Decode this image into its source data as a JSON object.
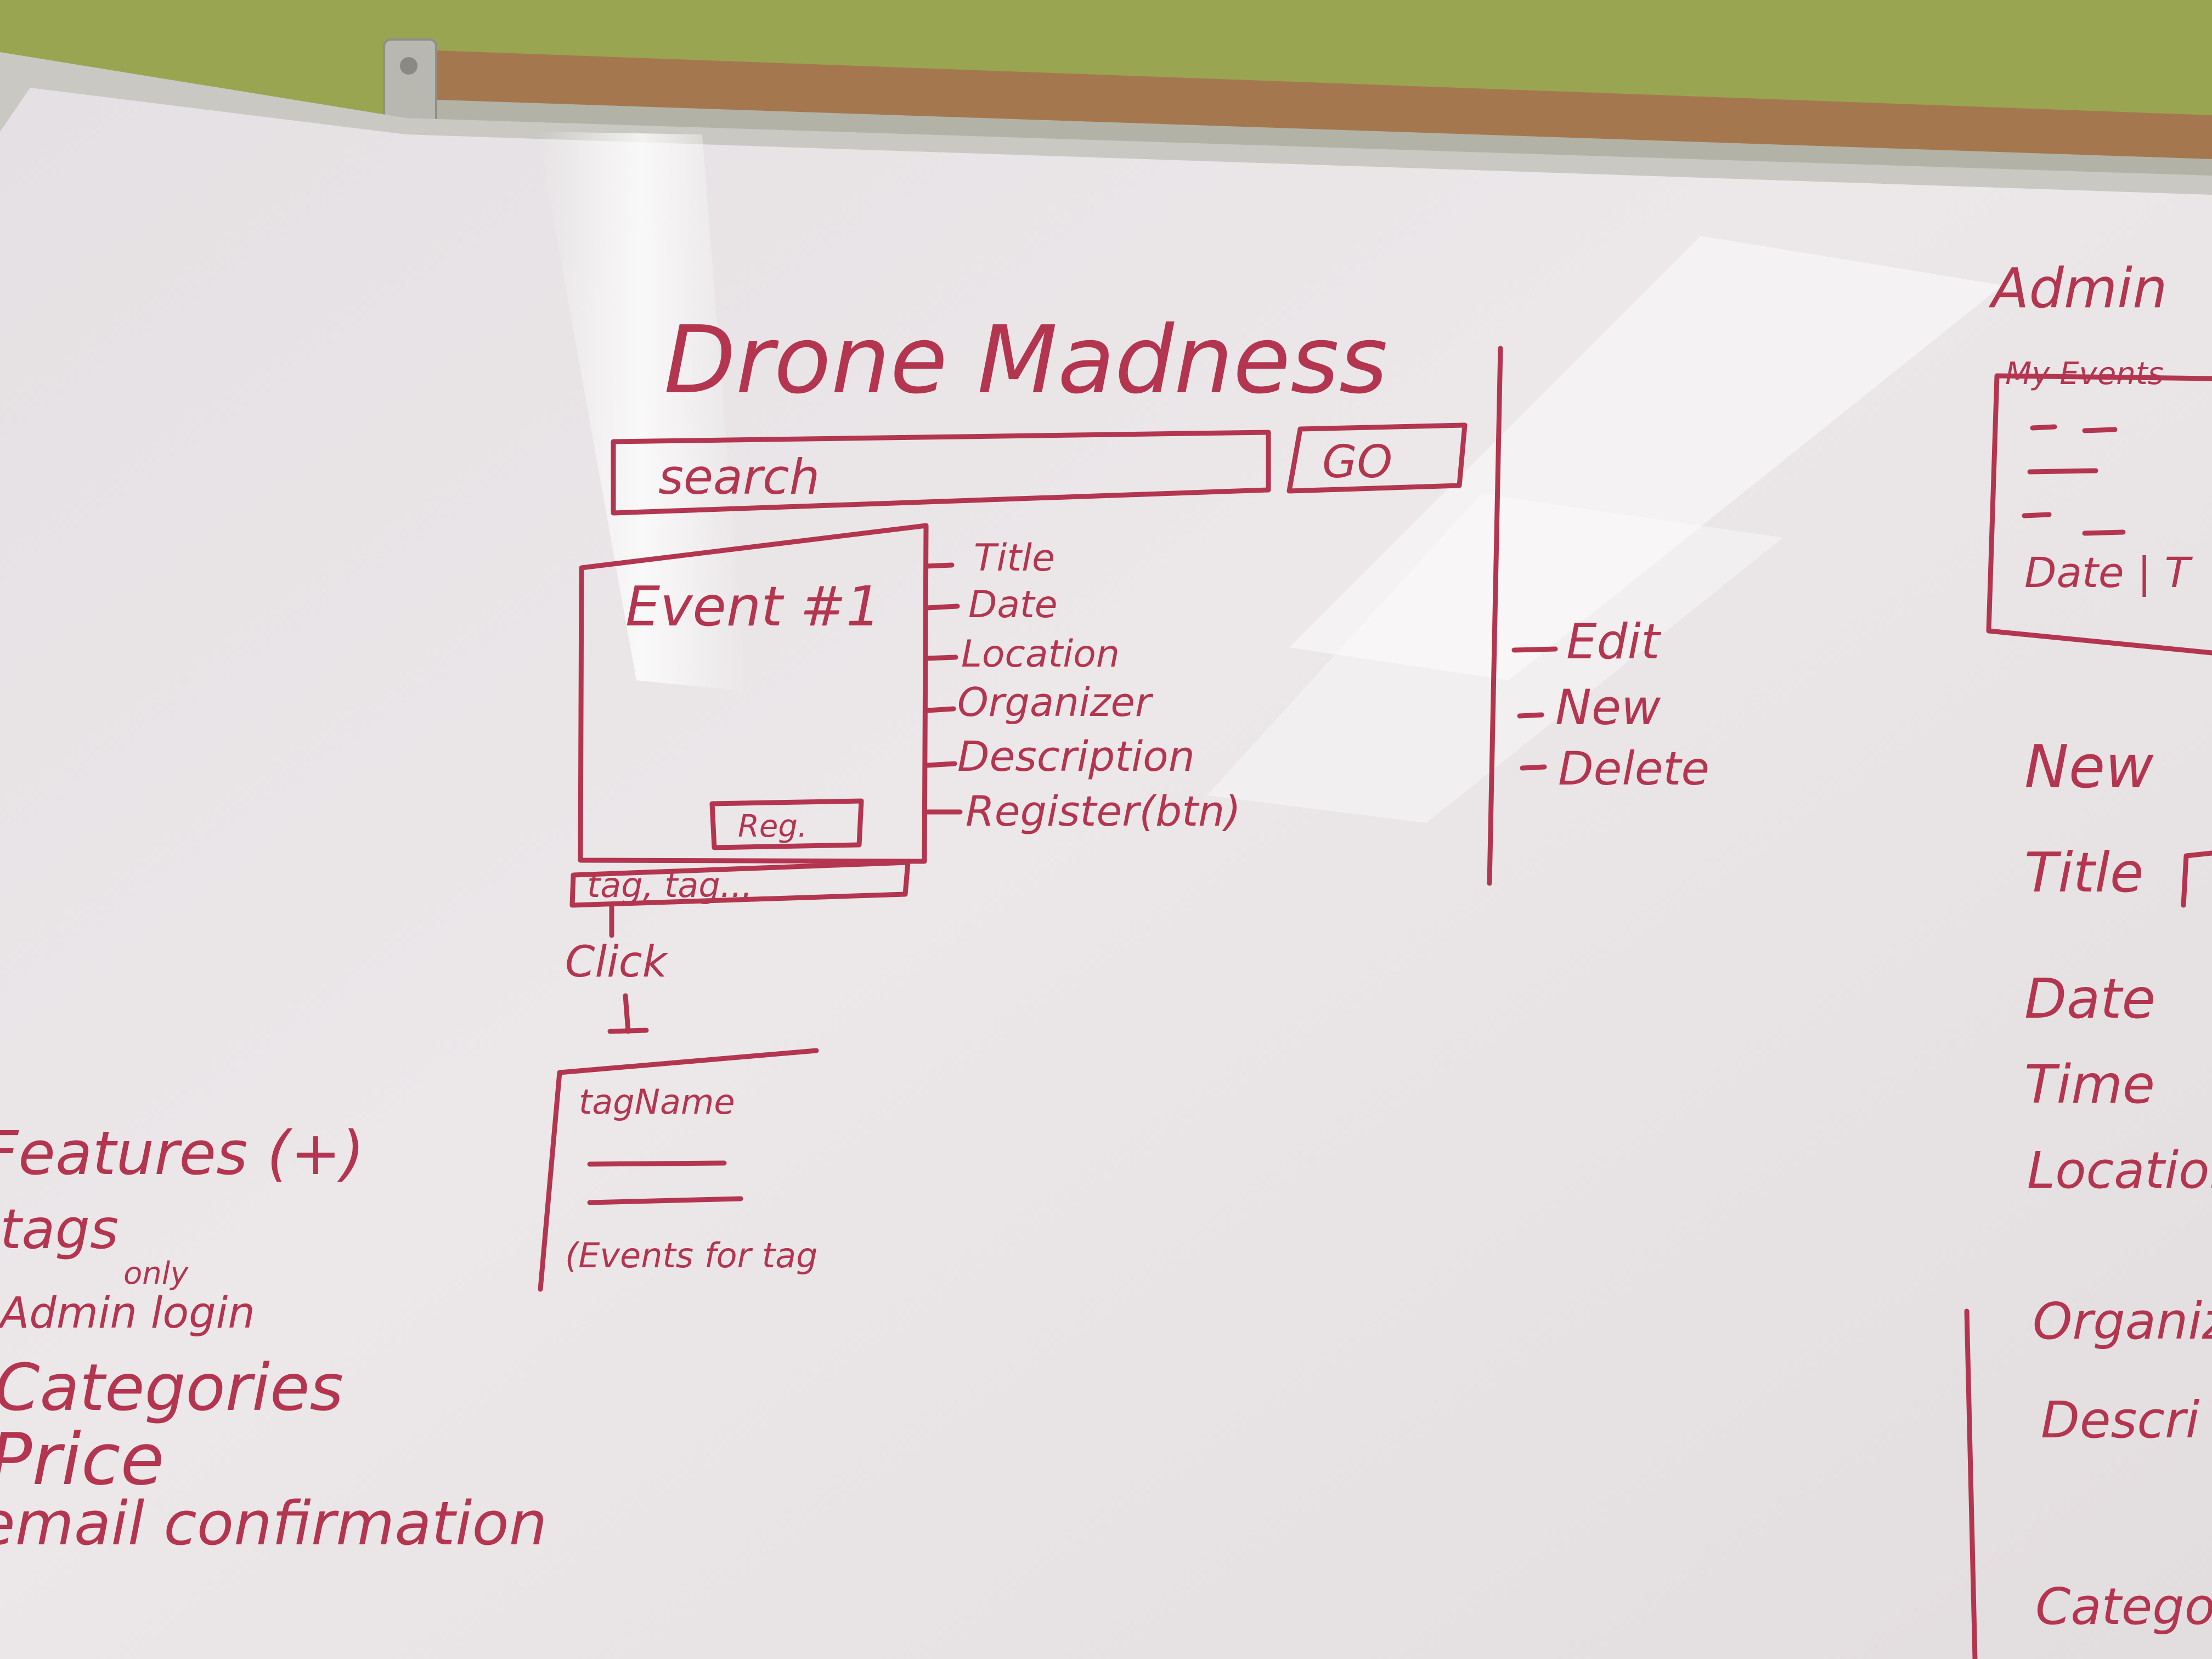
{
  "colors": {
    "wall": "#9aa551",
    "cork": "#a5774f",
    "frame": "#c8c8c4",
    "board": "#e9e5e6",
    "marker": "#b4354f"
  },
  "board": {
    "title": "Drone Madness",
    "search_label": "search",
    "go_label": "GO",
    "event_card_label": "Event #1",
    "register_button_label": "Reg.",
    "tags_label": "tag, tag...",
    "click_label": "Click",
    "tag_panel": {
      "name_label": "tagName",
      "caption": "(Events for tag"
    },
    "event_fields": [
      "Title",
      "Date",
      "Location",
      "Organizer",
      "Description",
      "Register(btn)"
    ],
    "actions": [
      "Edit",
      "New",
      "Delete"
    ],
    "features": [
      "Features (+)",
      "tags",
      "only",
      "Admin login",
      "Categories",
      "Price",
      "email confirmation"
    ],
    "admin": {
      "title": "Admin",
      "my_events_label": "My Events",
      "date_label": "Date | T"
    },
    "new_form": [
      "New",
      "Title",
      "Date",
      "Time",
      "Location",
      "Organizer",
      "Descri",
      "Catego"
    ]
  }
}
